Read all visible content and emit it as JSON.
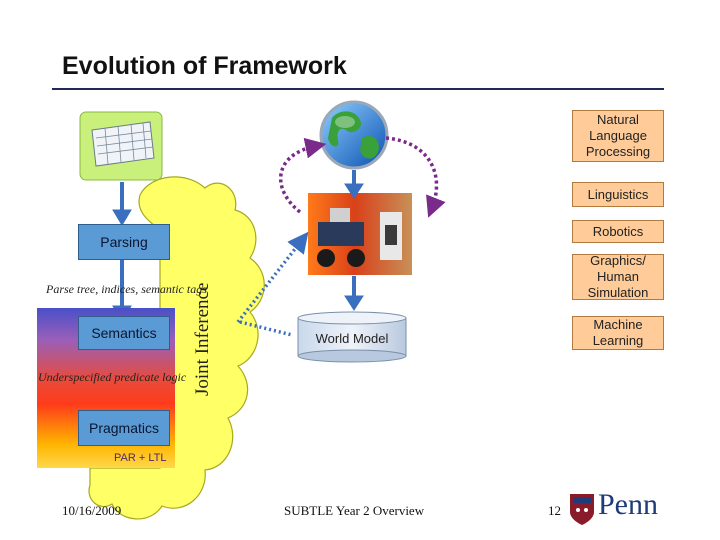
{
  "title": "Evolution of Framework",
  "labels": {
    "nlp": "Natural Language Processing",
    "linguistics": "Linguistics",
    "robotics": "Robotics",
    "graphics": "Graphics/ Human Simulation",
    "machine_learning": "Machine Learning",
    "parsing": "Parsing",
    "parse_tree": "Parse tree, indices, semantic tags",
    "semantics": "Semantics",
    "underspecified": "Underspecified predicate logic",
    "pragmatics": "Pragmatics",
    "par_ltl": "PAR + LTL",
    "joint_inference": "Joint Inference",
    "world_model": "World Model"
  },
  "footer": {
    "date": "10/16/2009",
    "center": "SUBTLE Year 2 Overview",
    "page": "12",
    "logo_text": "Penn"
  },
  "icons": {
    "keyboard": "keyboard-icon",
    "globe": "globe-icon",
    "robot_photo": "robot-photo",
    "penn_shield": "penn-shield-icon"
  },
  "colors": {
    "orange_box": "#ffcc99",
    "blue_box": "#5a9bd5",
    "cloud": "#ffff66",
    "arrow_purple": "#7a2a8a",
    "arrow_blue": "#3a6fc0"
  }
}
